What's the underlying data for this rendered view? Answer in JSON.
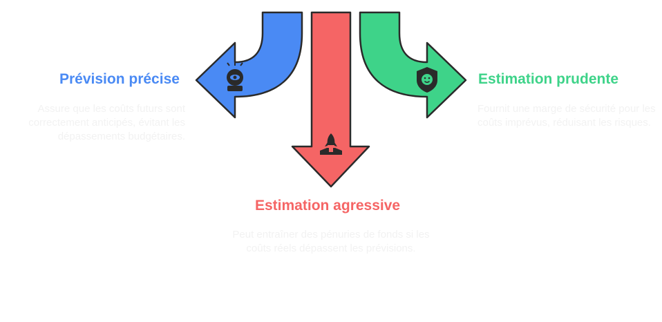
{
  "branches": [
    {
      "id": "left",
      "title": "Prévision précise",
      "description": "Assure que les coûts futurs sont correctement anticipés, évitant les dépassements budgétaires.",
      "color": "#4a8af4",
      "icon": "crystal-ball-icon"
    },
    {
      "id": "middle",
      "title": "Estimation agressive",
      "description": "Peut entraîner des pénuries de fonds si les coûts réels dépassent les prévisions.",
      "color": "#f56565",
      "icon": "rocket-launch-icon"
    },
    {
      "id": "right",
      "title": "Estimation prudente",
      "description": "Fournit une marge de sécurité pour les coûts imprévus, réduisant les risques.",
      "color": "#3ed389",
      "icon": "shield-smile-icon"
    }
  ]
}
